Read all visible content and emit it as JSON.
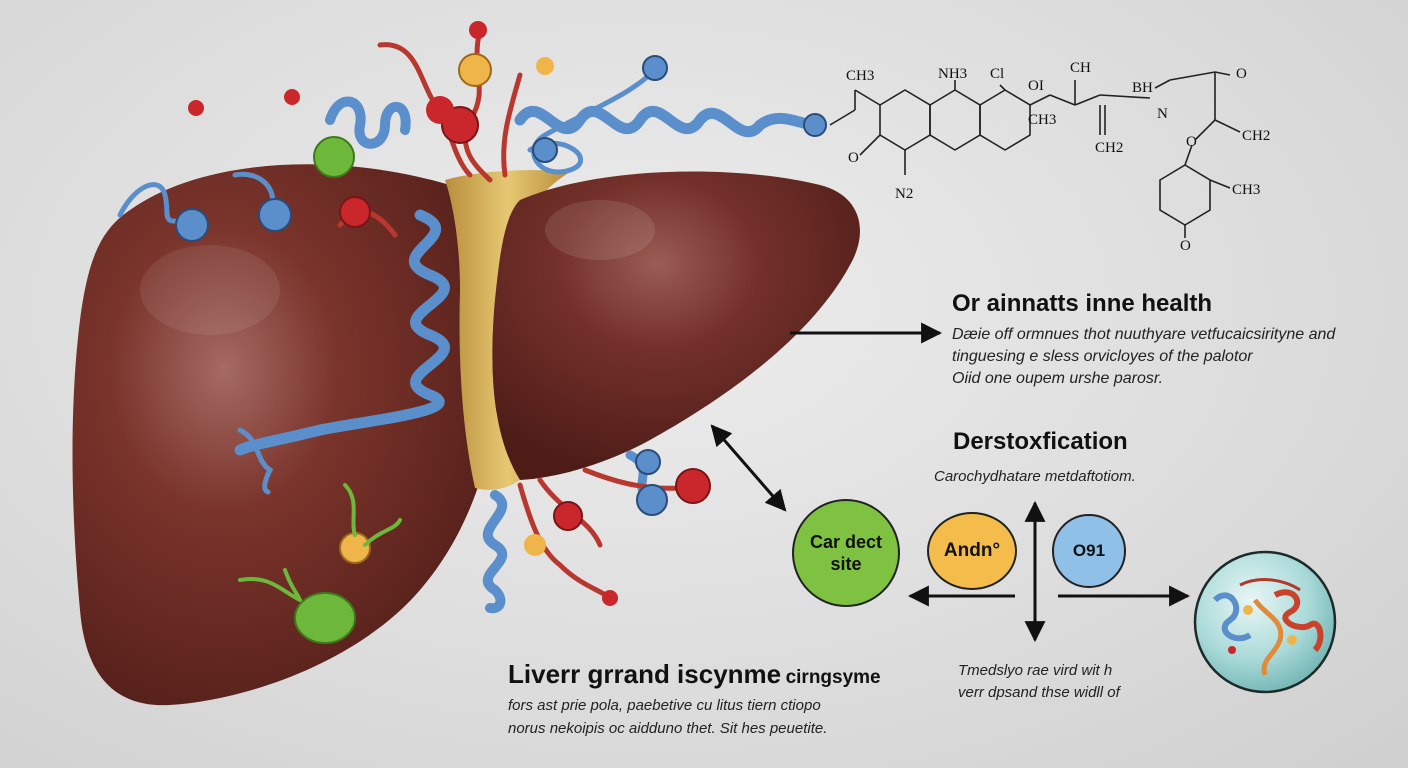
{
  "chemical_labels": {
    "ch3_a": "CH3",
    "nh3": "NH3",
    "cl": "Cl",
    "oi": "OI",
    "ch": "CH",
    "bh": "BH",
    "o_top": "O",
    "n_mid": "N",
    "ch3_b": "CH3",
    "o_left": "O",
    "n2": "N2",
    "ch2_a": "CH2",
    "ch2_b": "CH2",
    "o_mid": "O",
    "ch3_c": "CH3",
    "o_bottom": "O"
  },
  "section_health": {
    "title": "Or ainnatts inne health",
    "lines": [
      "Dæie off ormnues thot nuuthyare vetfucaicsirityne and",
      "tinguesing e sless orvicloyes of the palotor",
      "Oiid one oupem urshe parosr."
    ]
  },
  "section_detox": {
    "title": "Derstoxfication",
    "subtitle": "Carochydhatare metdaftotiom."
  },
  "circles": {
    "green": "Car dect site",
    "orange": "Andn°",
    "blue": "O91"
  },
  "bottom_right_text": {
    "lines": [
      "Tmedslyo rae vird wit h",
      "verr dpsand thse widll of"
    ]
  },
  "section_liver": {
    "title": "Liverr grrand iscynme",
    "title_small": "cirngsyme",
    "lines": [
      "fors ast prie pola, paebetive cu litus tiern ctiopo",
      "norus nekoipis oc aidduno thet. Sit hes peuetite."
    ]
  },
  "colors": {
    "liver": "#6b2a22",
    "gallbladder": "#d7b35c",
    "helix": "#5b8fcb",
    "red_node": "#c9272b",
    "green_node": "#6db83a",
    "orange_node": "#f0b54a",
    "circle_green": "#7fc241",
    "circle_orange": "#f4bd4b",
    "circle_blue": "#8fc0e8"
  }
}
